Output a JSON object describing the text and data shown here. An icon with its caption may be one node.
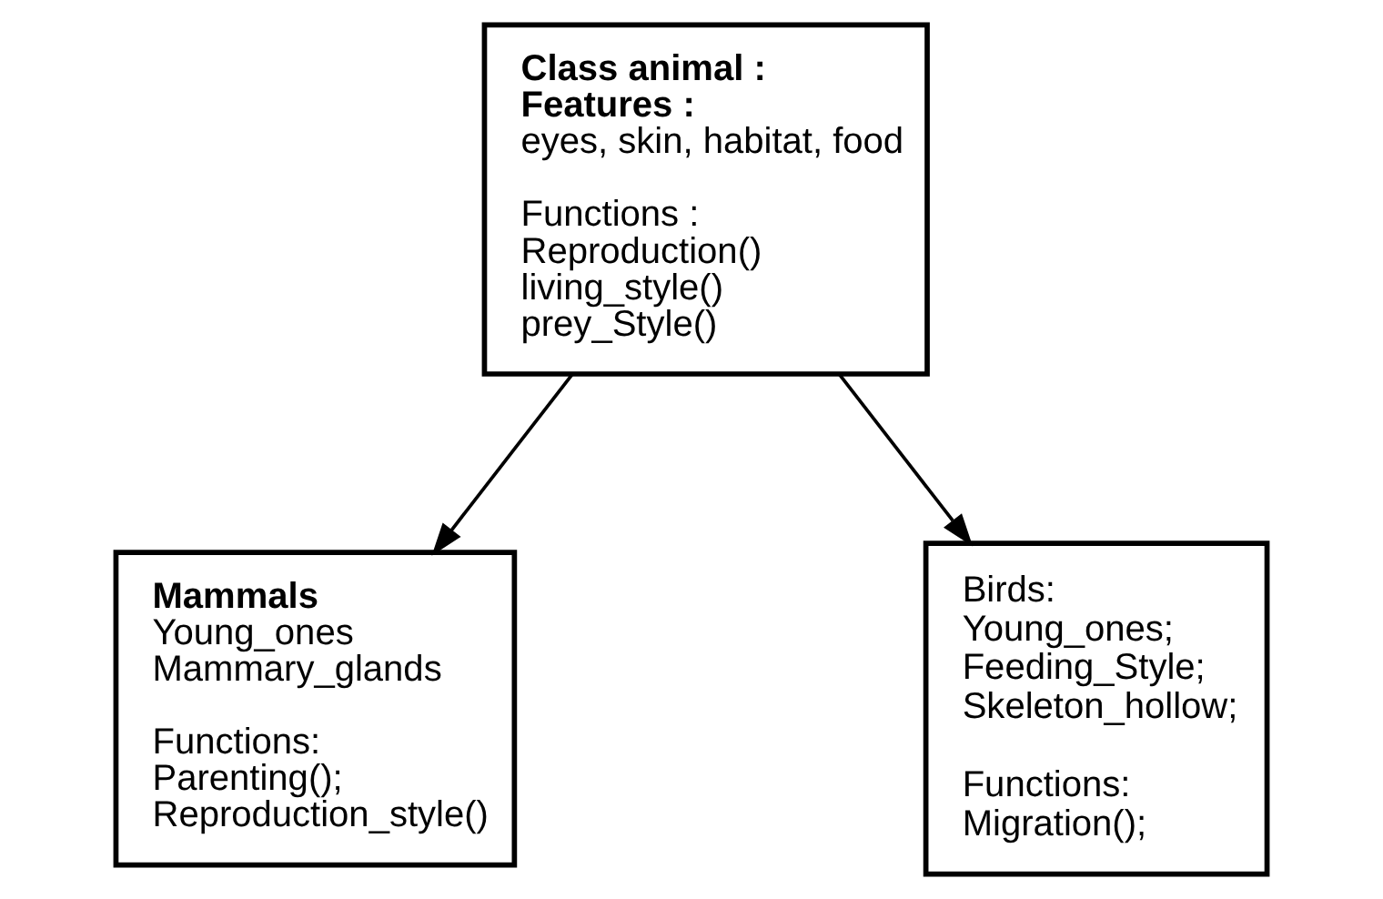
{
  "diagram": {
    "nodes": [
      {
        "text": [
          "Class animal :",
          "Features :",
          "eyes, skin, habitat, food",
          "Functions :",
          "Reproduction()",
          "living_style()",
          "prey_Style()"
        ]
      },
      {
        "text": [
          "Mammals",
          "Young_ones",
          "Mammary_glands",
          "Functions:",
          "Parenting();",
          "Reproduction_style()"
        ]
      },
      {
        "text": [
          "Birds:",
          "Young_ones;",
          "Feeding_Style;",
          "Skeleton_hollow;",
          "Functions:",
          "Migration();"
        ]
      }
    ],
    "edges": [
      {
        "from": 0,
        "to": 1,
        "arrow": "to"
      },
      {
        "from": 0,
        "to": 2,
        "arrow": "to"
      }
    ]
  }
}
